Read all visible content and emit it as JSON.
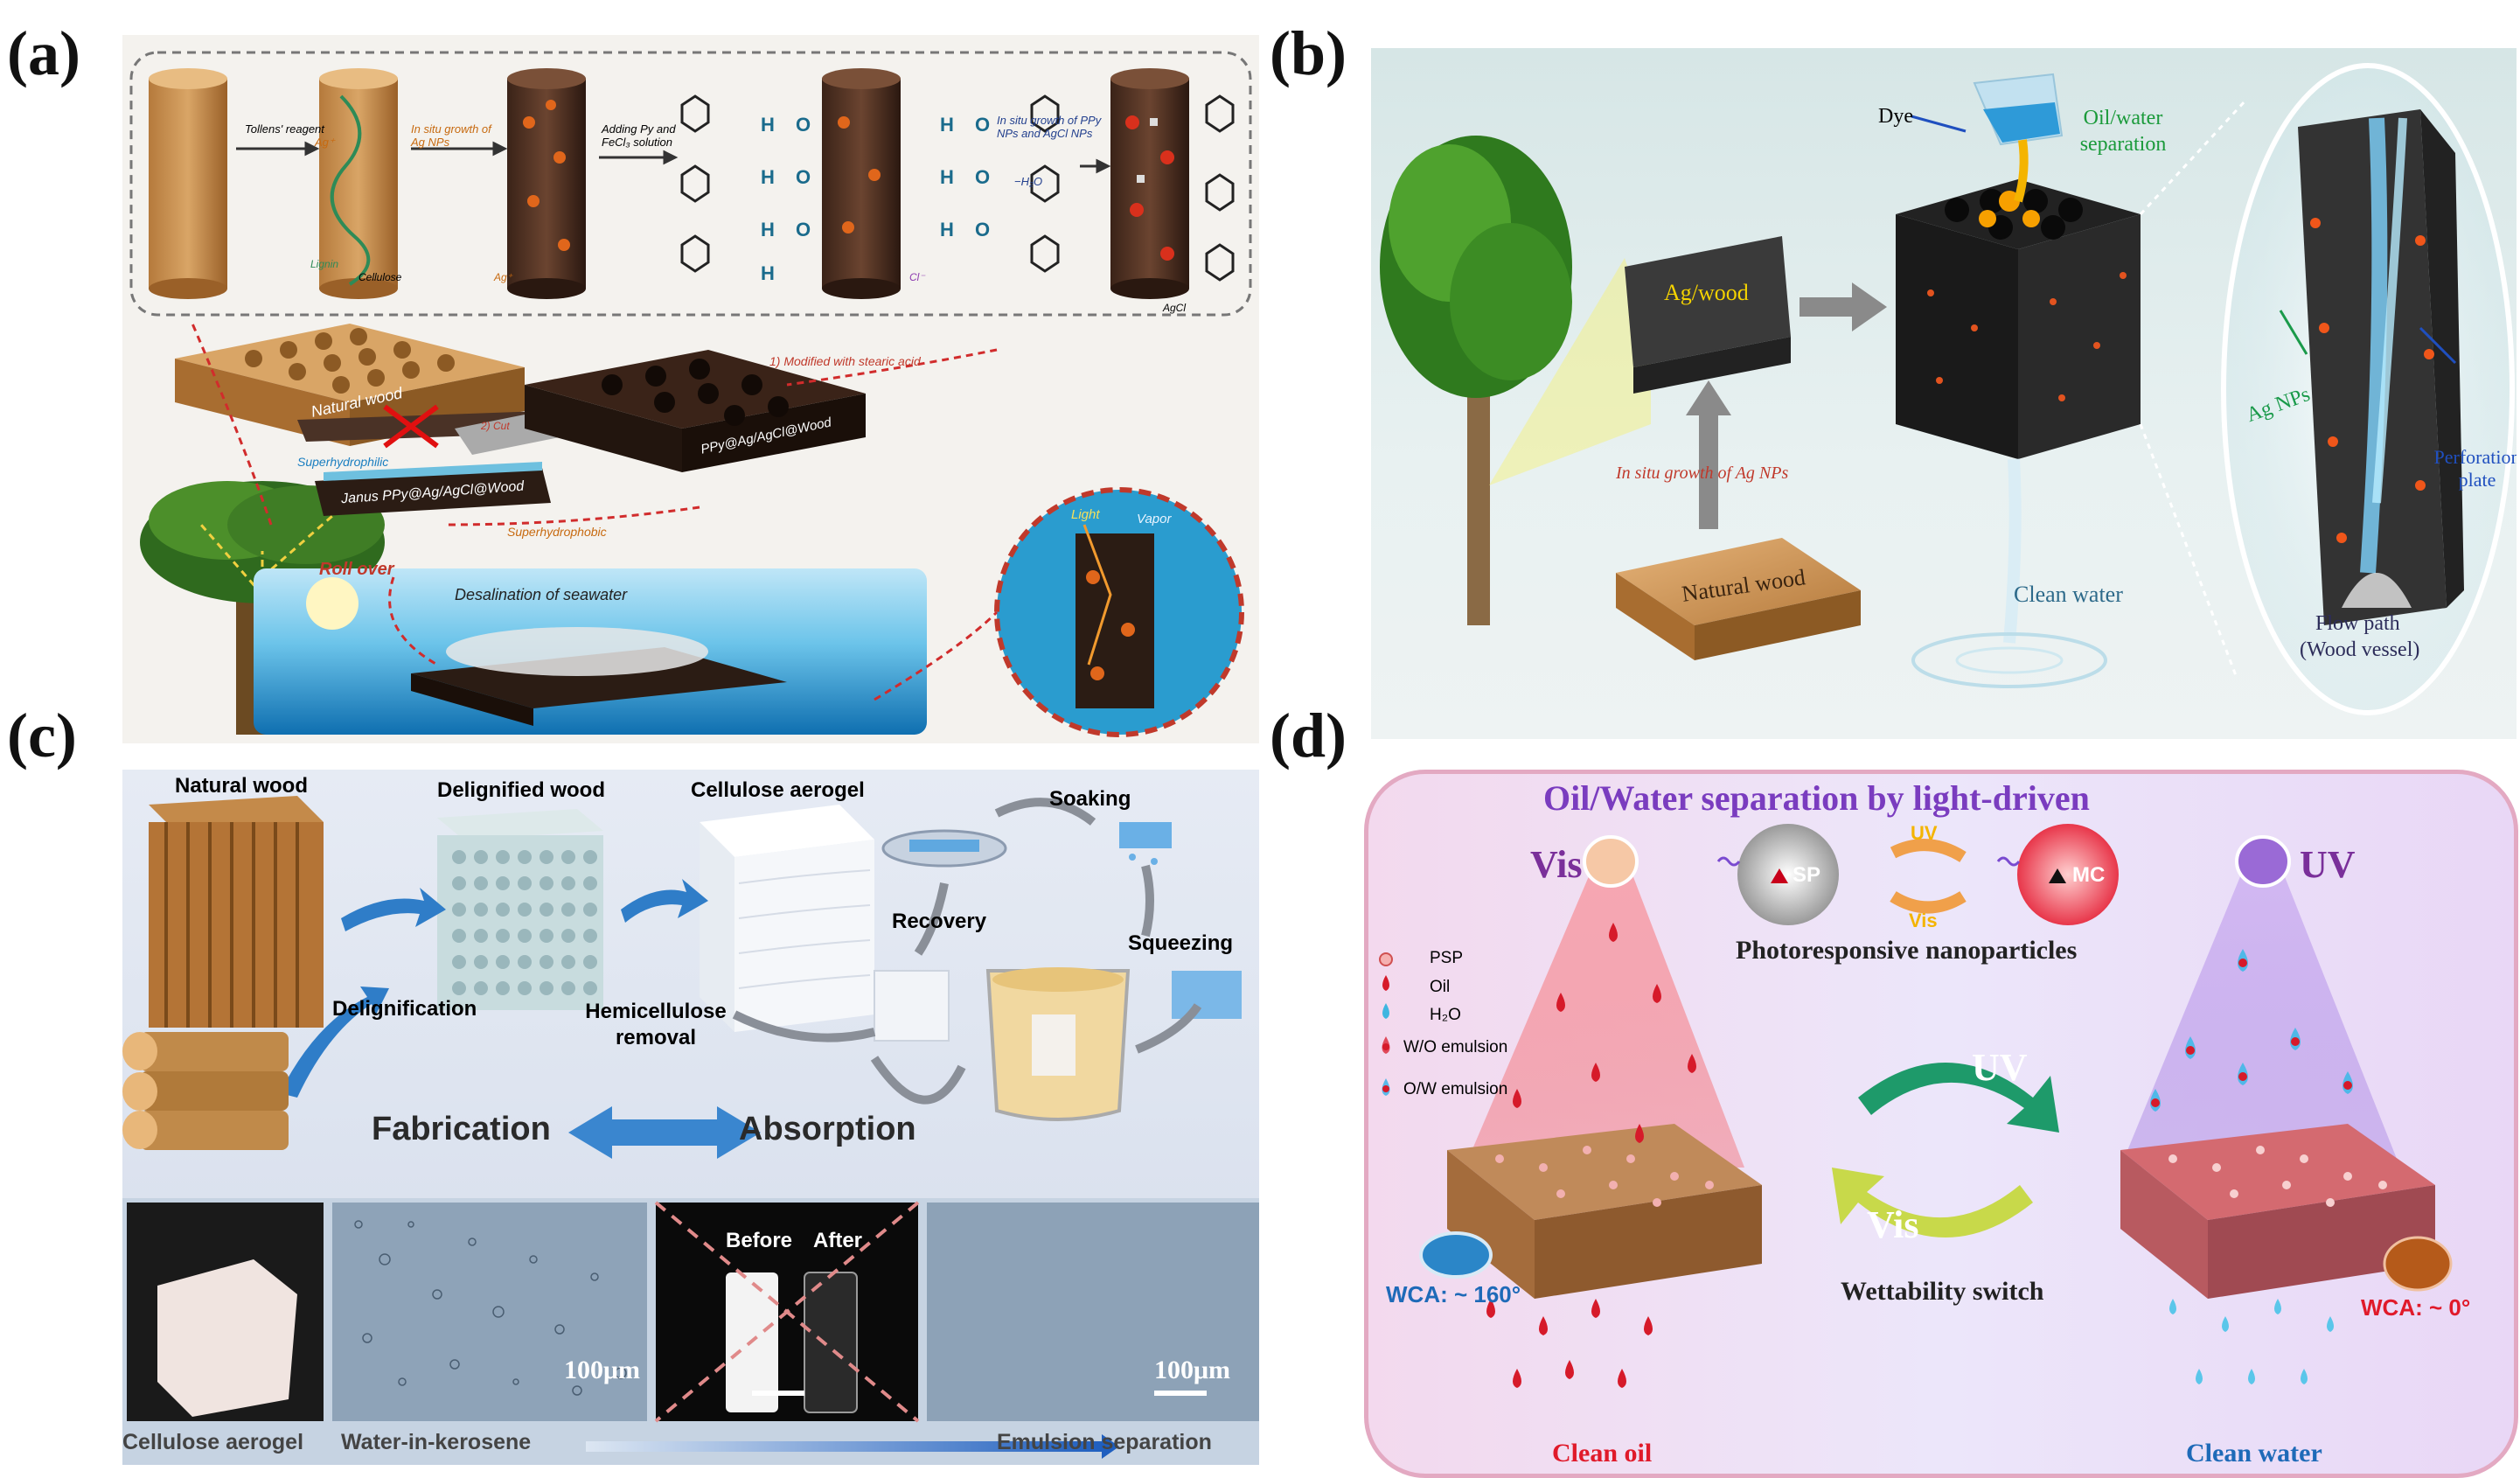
{
  "panel_labels": {
    "a": "(a)",
    "b": "(b)",
    "c": "(c)",
    "d": "(d)"
  },
  "panel_a": {
    "tollens": "Tollens' reagent",
    "insitu_ag": "In situ growth of Ag NPs",
    "adding_py": "Adding Py and FeCl₃ solution",
    "insitu_ppy": "In situ growth of PPy NPs and AgCl NPs",
    "minus_h2o": "−H₂O",
    "ag_plus": "Ag⁺",
    "cellulose": "Cellulose",
    "lignin": "Lignin",
    "ag_label": "Ag⁺",
    "cl_minus": "Cl⁻",
    "agcl": "AgCl",
    "modified": "1) Modified with stearic acid",
    "cut": "2) Cut",
    "natural_wood": "Natural wood",
    "superhydrophilic": "Superhydrophilic",
    "janus": "Janus PPy@Ag/AgCl@Wood",
    "ppy_wood": "PPy@Ag/AgCl@Wood",
    "superhydrophobic": "Superhydrophobic",
    "roll_over": "Roll over",
    "desalination": "Desalination of seawater",
    "light": "Light",
    "vapor": "Vapor"
  },
  "panel_b": {
    "dye": "Dye",
    "oil_water": "Oil/water separation",
    "ag_wood": "Ag/wood",
    "insitu": "In situ growth of Ag NPs",
    "natural_wood": "Natural wood",
    "clean_water": "Clean water",
    "ag_nps": "Ag NPs",
    "perforation": "Perforation plate",
    "flow_path": "Flow path",
    "wood_vessel": "(Wood vessel)"
  },
  "panel_c": {
    "natural_wood": "Natural wood",
    "delignified_wood": "Delignified wood",
    "cellulose_aerogel": "Cellulose aerogel",
    "soaking": "Soaking",
    "recovery": "Recovery",
    "squeezing": "Squeezing",
    "delignification": "Delignification",
    "hemicellulose": "Hemicellulose removal",
    "fabrication": "Fabrication",
    "absorption": "Absorption",
    "scale1": "100μm",
    "scale2": "100μm",
    "before": "Before",
    "after": "After",
    "cap_aerogel": "Cellulose aerogel",
    "cap_wik": "Water-in-kerosene",
    "cap_emulsion": "Emulsion separation"
  },
  "panel_d": {
    "title": "Oil/Water separation by light-driven",
    "vis": "Vis",
    "uv": "UV",
    "sp": "SP",
    "mc": "MC",
    "uv_small": "UV",
    "vis_small": "Vis",
    "photoresponsive": "Photoresponsive nanoparticles",
    "legend": [
      "PSP",
      "Oil",
      "H₂O",
      "W/O emulsion",
      "O/W emulsion"
    ],
    "uv_arrow": "UV",
    "vis_arrow": "Vis",
    "wettability": "Wettability switch",
    "wca_left": "WCA: ~ 160°",
    "wca_right": "WCA: ~ 0°",
    "clean_oil": "Clean oil",
    "clean_water": "Clean water"
  }
}
